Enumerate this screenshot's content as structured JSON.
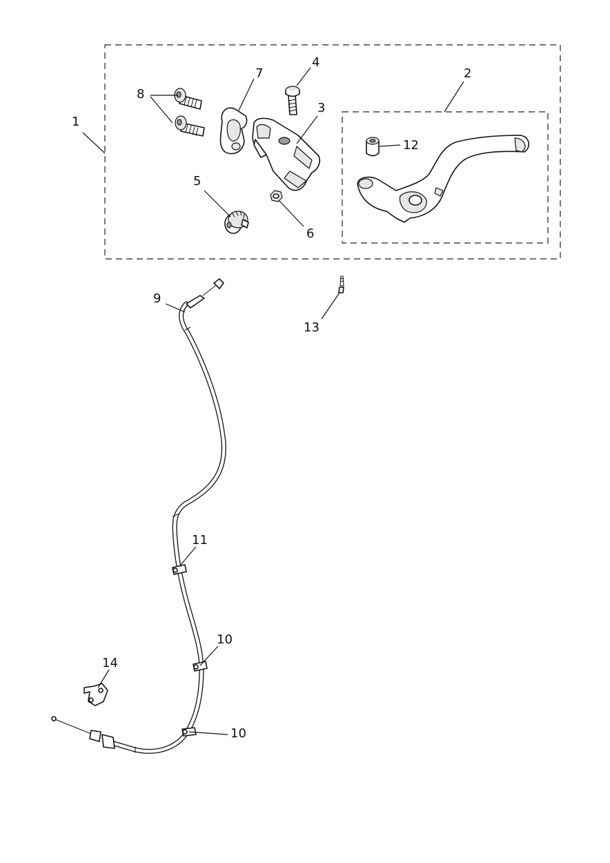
{
  "callouts": [
    {
      "id": "1",
      "label": "1"
    },
    {
      "id": "2",
      "label": "2"
    },
    {
      "id": "3",
      "label": "3"
    },
    {
      "id": "4",
      "label": "4"
    },
    {
      "id": "5",
      "label": "5"
    },
    {
      "id": "6",
      "label": "6"
    },
    {
      "id": "7",
      "label": "7"
    },
    {
      "id": "8",
      "label": "8"
    },
    {
      "id": "9",
      "label": "9"
    },
    {
      "id": "10a",
      "label": "10"
    },
    {
      "id": "10b",
      "label": "10"
    },
    {
      "id": "11",
      "label": "11"
    },
    {
      "id": "12",
      "label": "12"
    },
    {
      "id": "13",
      "label": "13"
    },
    {
      "id": "14",
      "label": "14"
    }
  ]
}
